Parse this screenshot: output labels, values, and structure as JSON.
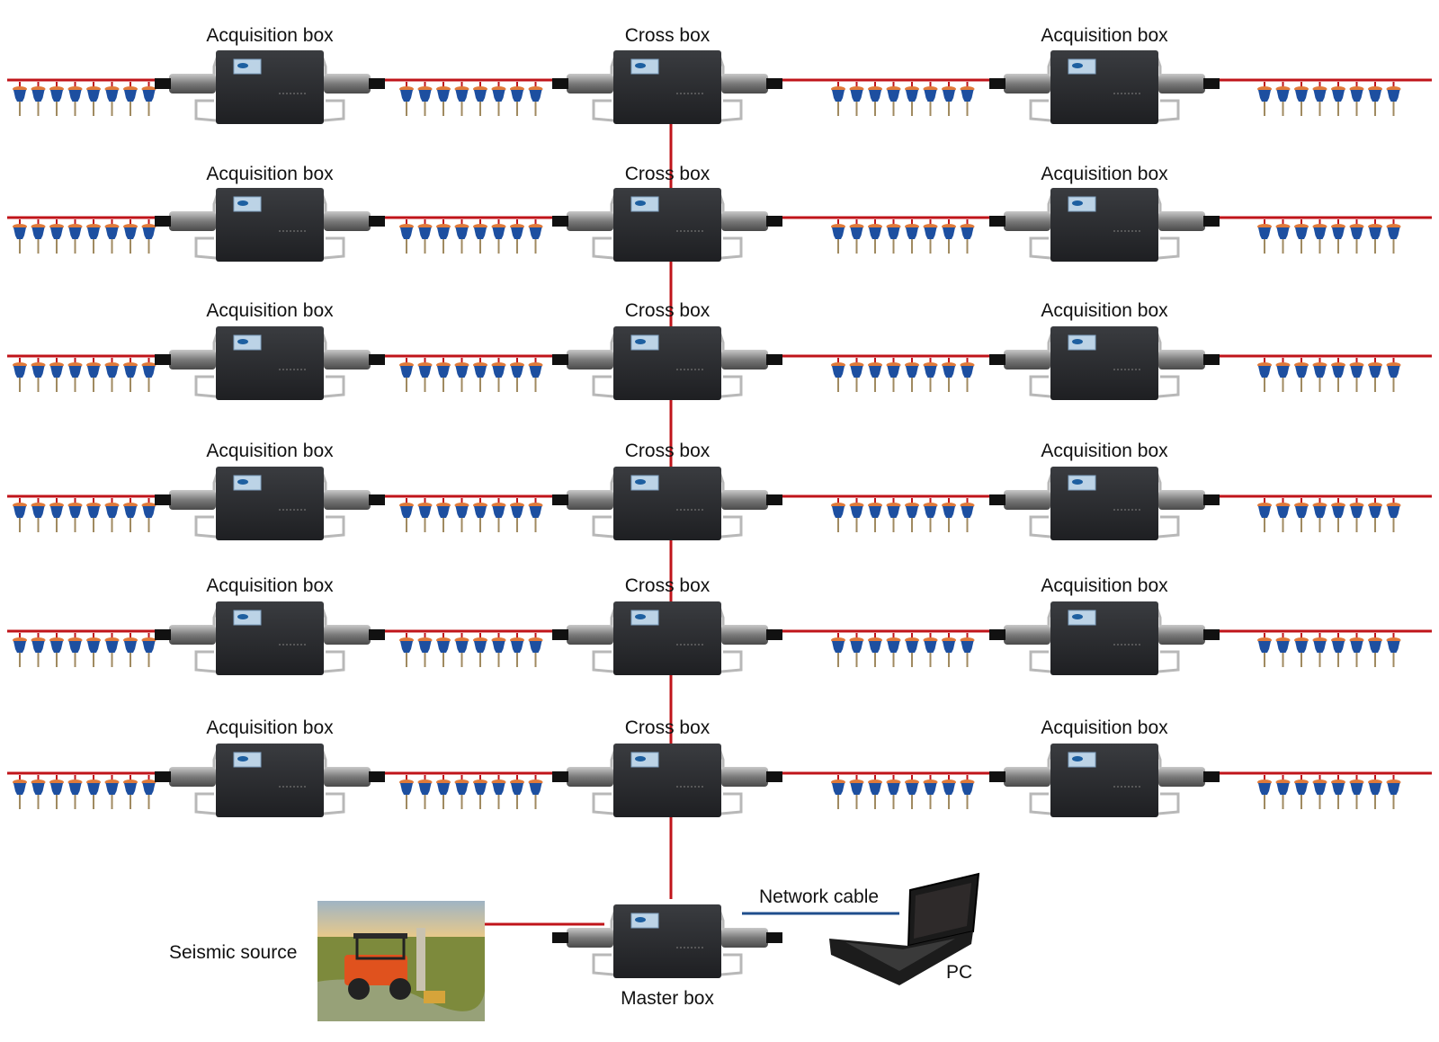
{
  "title": "Seismic acquisition network diagram",
  "colors": {
    "cable_main": "#c0141a",
    "cable_network": "#1f4e8c",
    "box_body": "#2b2d30",
    "geophone_blue": "#1d4fa0",
    "geophone_cap": "#e07a3a",
    "background": "#ffffff"
  },
  "rows": [
    {
      "left": "Acquisition box",
      "center": "Cross box",
      "right": "Acquisition box"
    },
    {
      "left": "Acquisition box",
      "center": "Cross box",
      "right": "Acquisition box"
    },
    {
      "left": "Acquisition box",
      "center": "Cross box",
      "right": "Acquisition box"
    },
    {
      "left": "Acquisition box",
      "center": "Cross box",
      "right": "Acquisition box"
    },
    {
      "left": "Acquisition box",
      "center": "Cross box",
      "right": "Acquisition box"
    },
    {
      "left": "Acquisition box",
      "center": "Cross box",
      "right": "Acquisition box"
    }
  ],
  "geophones_per_string": 8,
  "bottom": {
    "master_box": "Master box",
    "seismic_source": "Seismic source",
    "network_cable": "Network cable",
    "pc": "PC"
  },
  "icons": {
    "box": "acquisition-box-icon",
    "geophone": "geophone-icon",
    "laptop": "laptop-icon",
    "vehicle": "seismic-vehicle-photo"
  }
}
